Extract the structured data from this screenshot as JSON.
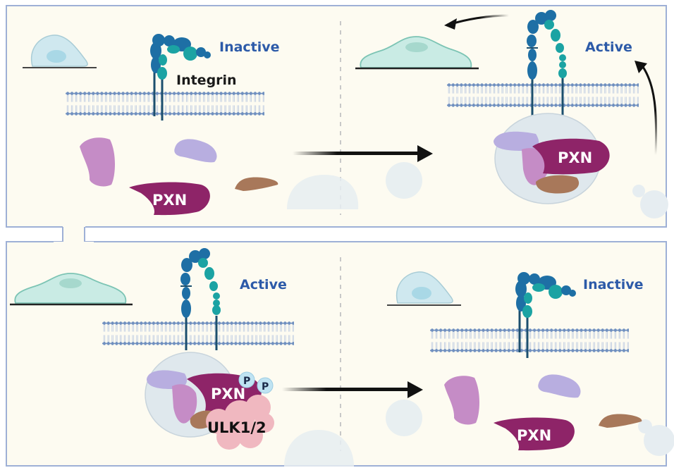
{
  "colors": {
    "panel_bg": "#fdfbf1",
    "panel_border": "#9eb0d6",
    "state_label": "#2c5aa8",
    "integrin_alpha": "#1e6fa5",
    "integrin_beta": "#1ba3a3",
    "membrane": "#6f8fbf",
    "pxn": "#8e2468",
    "purple_protein": "#c58cc6",
    "lavender_protein": "#b8aee0",
    "brown_protein": "#a8785a",
    "ulk": "#f0b8c0",
    "cell_round": "#cfe8ef",
    "cell_flat": "#c9ebe4",
    "bubble": "#e6edf1",
    "arrow": "#111111"
  },
  "panels": {
    "top": {
      "left": {
        "state": "Inactive",
        "integrin_label": "Integrin",
        "pxn_label": "PXN"
      },
      "right": {
        "state": "Active",
        "pxn_label": "PXN"
      }
    },
    "bottom": {
      "left": {
        "state": "Active",
        "pxn_label": "PXN",
        "phospho_labels": [
          "P",
          "P"
        ],
        "ulk_label": "ULK1/2"
      },
      "right": {
        "state": "Inactive",
        "pxn_label": "PXN"
      }
    }
  }
}
